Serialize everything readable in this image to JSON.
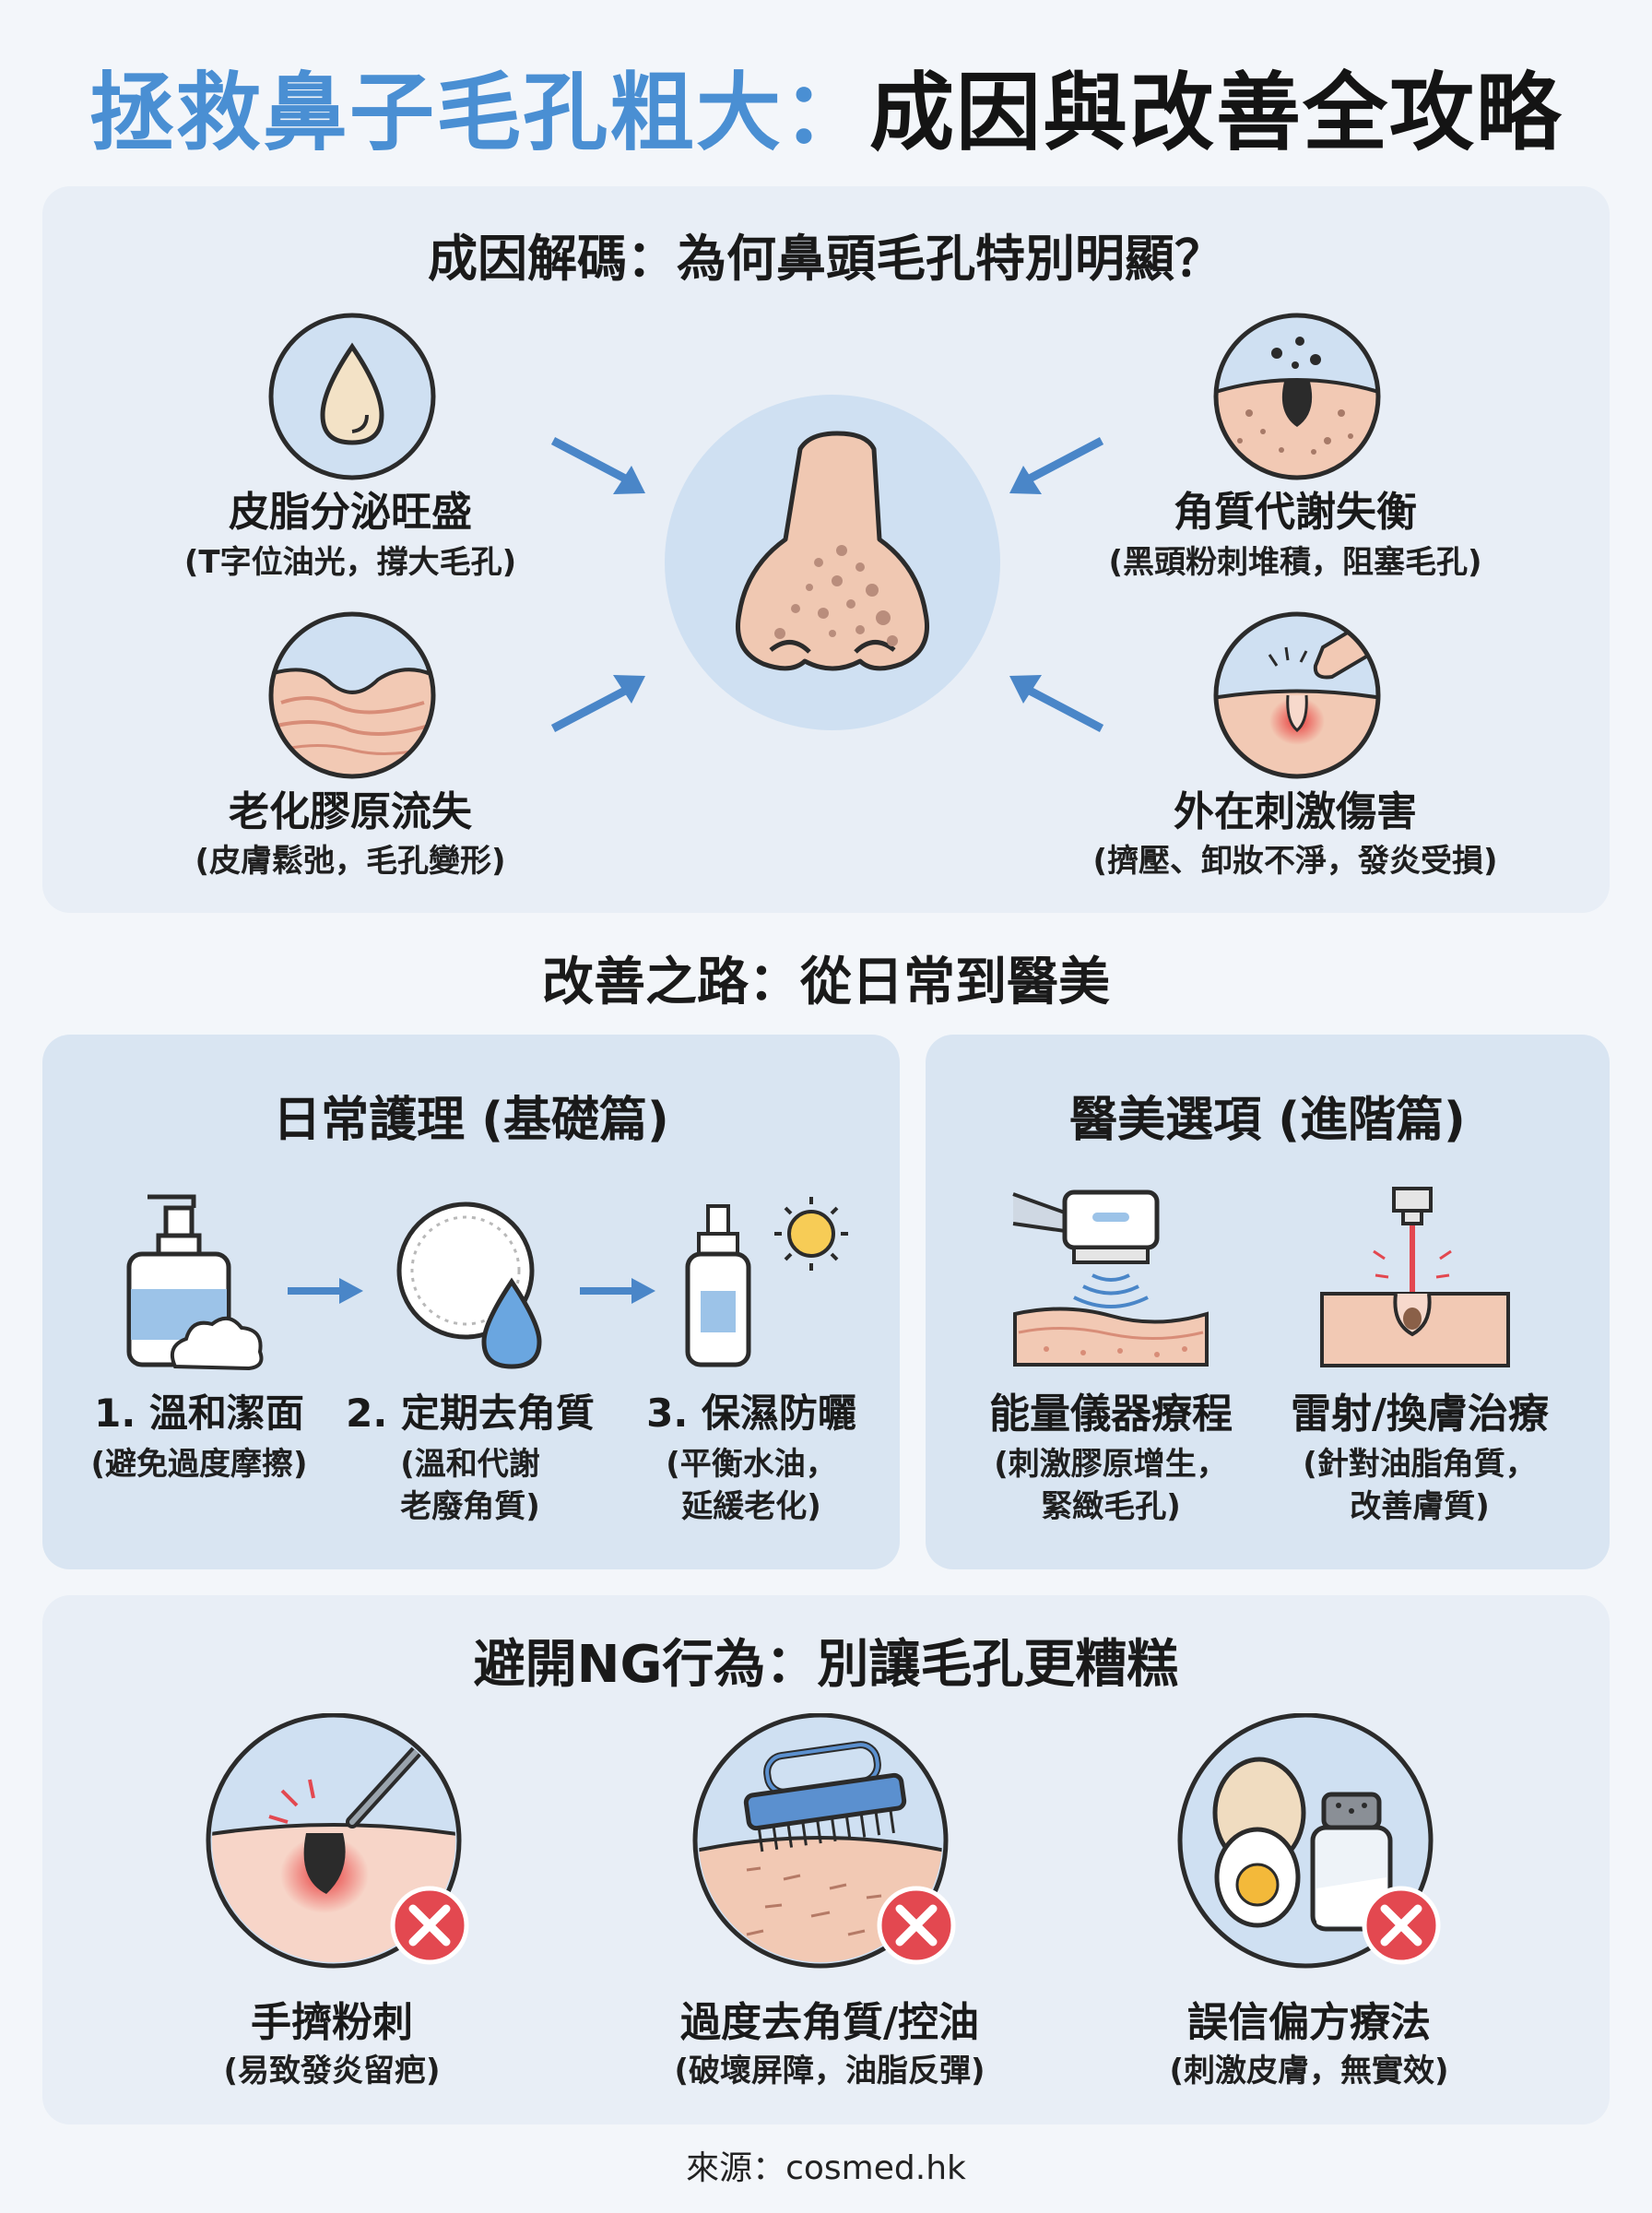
{
  "title": {
    "part1": "拯救鼻子毛孔粗大：",
    "part2": "成因與改善全攻略"
  },
  "causes": {
    "heading": "成因解碼：為何鼻頭毛孔特別明顯？",
    "items": [
      {
        "label": "皮脂分泌旺盛",
        "sub": "(T字位油光，撐大毛孔)",
        "icon": "oil-drop-icon"
      },
      {
        "label": "老化膠原流失",
        "sub": "(皮膚鬆弛，毛孔變形)",
        "icon": "skin-layers-icon"
      },
      {
        "label": "角質代謝失衡",
        "sub": "(黑頭粉刺堆積，阻塞毛孔)",
        "icon": "clogged-pore-icon"
      },
      {
        "label": "外在刺激傷害",
        "sub": "(擠壓、卸妝不淨，發炎受損)",
        "icon": "squeeze-pore-icon"
      }
    ]
  },
  "improve": {
    "heading": "改善之路：從日常到醫美",
    "daily": {
      "heading": "日常護理 (基礎篇)",
      "steps": [
        {
          "label": "1. 溫和潔面",
          "sub1": "(避免過度摩擦)",
          "sub2": "",
          "icon": "cleanser-icon"
        },
        {
          "label": "2. 定期去角質",
          "sub1": "(溫和代謝",
          "sub2": "老廢角質)",
          "icon": "cotton-pad-icon"
        },
        {
          "label": "3. 保濕防曬",
          "sub1": "(平衡水油，",
          "sub2": "延緩老化)",
          "icon": "sunscreen-icon"
        }
      ]
    },
    "medical": {
      "heading": "醫美選項 (進階篇)",
      "options": [
        {
          "label": "能量儀器療程",
          "sub1": "(刺激膠原增生，",
          "sub2": "緊緻毛孔)",
          "icon": "energy-device-icon"
        },
        {
          "label": "雷射/換膚治療",
          "sub1": "(針對油脂角質，",
          "sub2": "改善膚質)",
          "icon": "laser-icon"
        }
      ]
    }
  },
  "avoid": {
    "heading": "避開NG行為：別讓毛孔更糟糕",
    "items": [
      {
        "label": "手擠粉刺",
        "sub": "(易致發炎留疤)",
        "icon": "squeeze-tool-icon"
      },
      {
        "label": "過度去角質/控油",
        "sub": "(破壞屏障，油脂反彈)",
        "icon": "scrub-brush-icon"
      },
      {
        "label": "誤信偏方療法",
        "sub": "(刺激皮膚，無實效)",
        "icon": "egg-salt-icon"
      }
    ]
  },
  "footer": "來源：cosmed.hk",
  "colors": {
    "accent": "#4a8fd3",
    "arrow": "#4a86c8",
    "error": "#e34850"
  }
}
